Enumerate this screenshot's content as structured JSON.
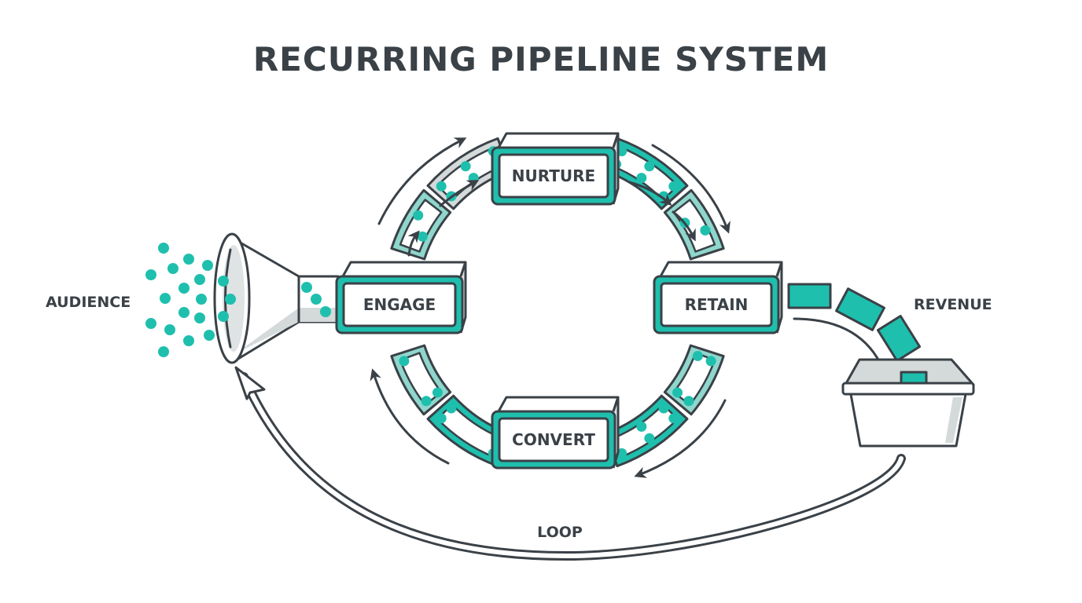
{
  "title": "RECURRING PIPELINE SYSTEM",
  "colors": {
    "teal": "#1fbfae",
    "teal_light": "#8fd6cc",
    "outline": "#3a4147",
    "grey": "#d4d9da",
    "background": "#ffffff"
  },
  "labels": {
    "audience": "AUDIENCE",
    "revenue": "REVENUE",
    "loop": "LOOP"
  },
  "stages": [
    {
      "id": "engage",
      "label": "ENGAGE"
    },
    {
      "id": "nurture",
      "label": "NURTURE"
    },
    {
      "id": "retain",
      "label": "RETAIN"
    },
    {
      "id": "convert",
      "label": "CONVERT"
    }
  ],
  "flow": {
    "sequence": [
      "AUDIENCE",
      "ENGAGE",
      "NURTURE",
      "RETAIN",
      "CONVERT",
      "ENGAGE"
    ],
    "output": "REVENUE",
    "return_path": "LOOP"
  },
  "icons": {
    "funnel": "funnel-icon",
    "revenue_box": "box-icon",
    "revenue_cards": "card-icon"
  }
}
